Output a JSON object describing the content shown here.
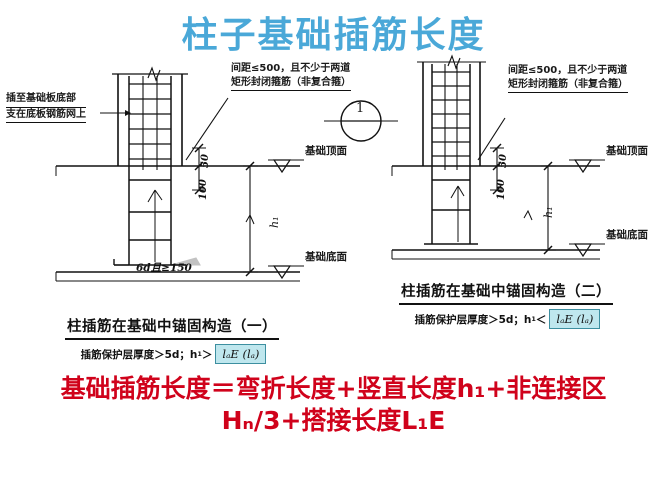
{
  "title": "柱子基础插筋长度",
  "colors": {
    "title": "#4aa8d8",
    "formula_red": "#d0021b",
    "formula_box_fill": "#bfe7ee",
    "formula_box_border": "#3d8fa0",
    "line": "#111111",
    "background": "#ffffff"
  },
  "left_diagram": {
    "callout": {
      "line1": "插至基础板底部",
      "line2": "支在底板钢筋网上"
    },
    "stirrup_note": {
      "line1": "间距≤500，且不少于两道",
      "line2": "矩形封闭箍筋（非复合箍）"
    },
    "dims": {
      "d50": "50",
      "d100": "100",
      "height": "h₁"
    },
    "hook_note": "6d且≥150",
    "surfaces": {
      "top": "基础顶面",
      "bottom": "基础底面"
    },
    "caption": {
      "title": "柱插筋在基础中锚固构造（一）",
      "condition_prefix": "插筋保护层厚度＞5d；h",
      "condition_sub": "1",
      "condition_operator": "＞",
      "formula": "lₐE (lₐ)"
    }
  },
  "right_diagram": {
    "detail_marker": "1",
    "stirrup_note": {
      "line1": "间距≤500，且不少于两道",
      "line2": "矩形封闭箍筋（非复合箍）"
    },
    "dims": {
      "d50": "50",
      "d100": "100",
      "height": "h₁"
    },
    "surfaces": {
      "top": "基础顶面",
      "bottom": "基础底面"
    },
    "caption": {
      "title": "柱插筋在基础中锚固构造（二）",
      "condition_prefix": "插筋保护层厚度＞5d；h",
      "condition_sub": "1",
      "condition_operator": "＜",
      "formula": "lₐE (lₐ)"
    }
  },
  "summary_formula": {
    "line1": "基础插筋长度＝弯折长度+竖直长度h₁+非连接区",
    "line2": "Hₙ/3+搭接长度L₁E"
  }
}
